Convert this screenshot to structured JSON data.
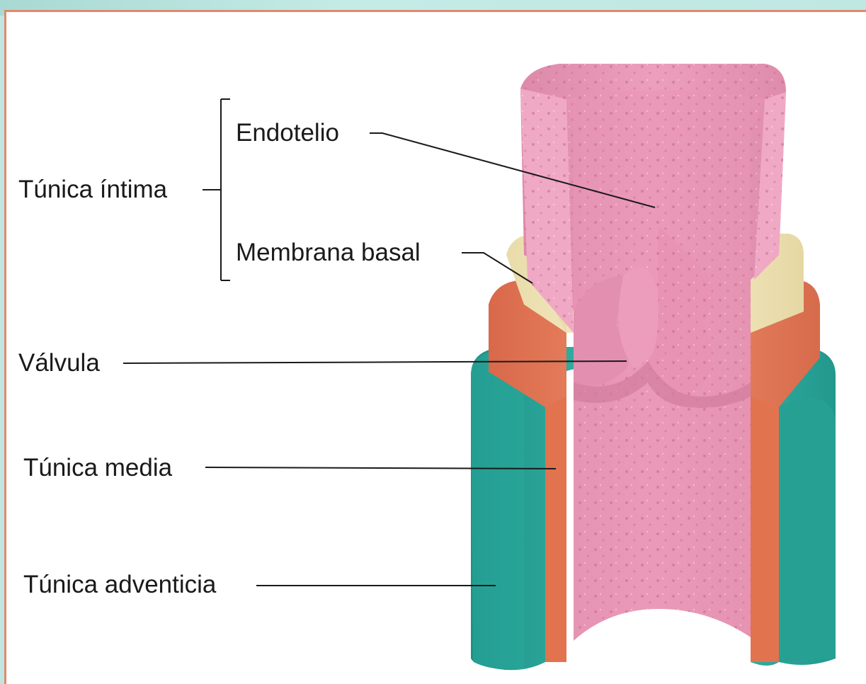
{
  "labels": {
    "tunica_intima": "Túnica íntima",
    "endotelio": "Endotelio",
    "membrana_basal": "Membrana basal",
    "valvula": "Válvula",
    "tunica_media": "Túnica media",
    "tunica_adventicia": "Túnica adventicia"
  },
  "colors": {
    "frame_border": "#e0896a",
    "background_band": "#bfe6e2",
    "intima": "#e79ab6",
    "basal_membrane": "#f2e7bd",
    "media": "#e8805e",
    "adventitia": "#2fb3a6"
  }
}
